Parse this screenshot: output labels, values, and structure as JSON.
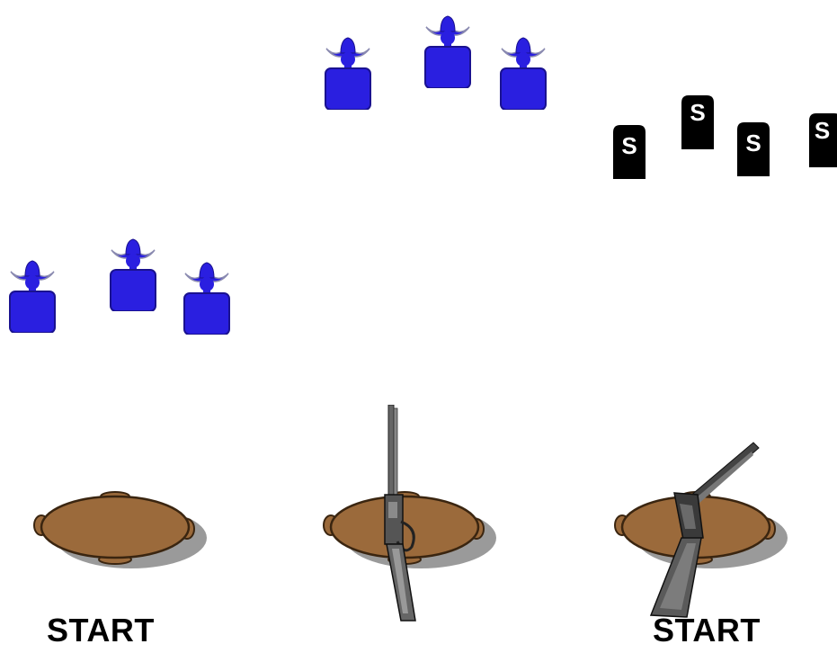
{
  "labels": {
    "left_start": "START",
    "right_start": "START"
  },
  "steel_targets": {
    "letter": "S"
  },
  "colors": {
    "background": "#ffffff",
    "target_fill": "#2a1fe0",
    "target_stroke": "#1a1290",
    "steel_fill": "#000000",
    "steel_text": "#ffffff",
    "table_fill": "#9b6a3b",
    "table_stroke": "#3a2510",
    "shadow": "#9a9a9a",
    "gun_metal": "#555555"
  },
  "groups": {
    "top_cowboy_targets": 3,
    "left_cowboy_targets": 3,
    "steel_plates": 4,
    "tables": 3
  }
}
